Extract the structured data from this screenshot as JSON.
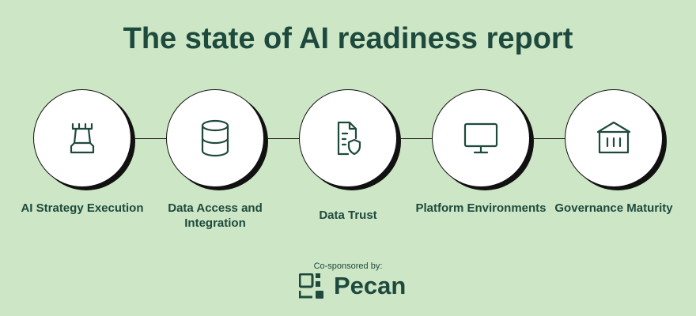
{
  "title": "The state of AI readiness report",
  "steps": [
    {
      "label": "AI Strategy Execution",
      "icon": "chess-rook-icon"
    },
    {
      "label": "Data Access and Integration",
      "icon": "database-icon"
    },
    {
      "label": "Data Trust",
      "icon": "document-shield-icon"
    },
    {
      "label": "Platform Environments",
      "icon": "monitor-icon"
    },
    {
      "label": "Governance Maturity",
      "icon": "bank-building-icon"
    }
  ],
  "sponsor": {
    "label": "Co-sponsored by:",
    "name": "Pecan"
  },
  "colors": {
    "background": "#cde6c5",
    "accent": "#1e4a3e"
  }
}
